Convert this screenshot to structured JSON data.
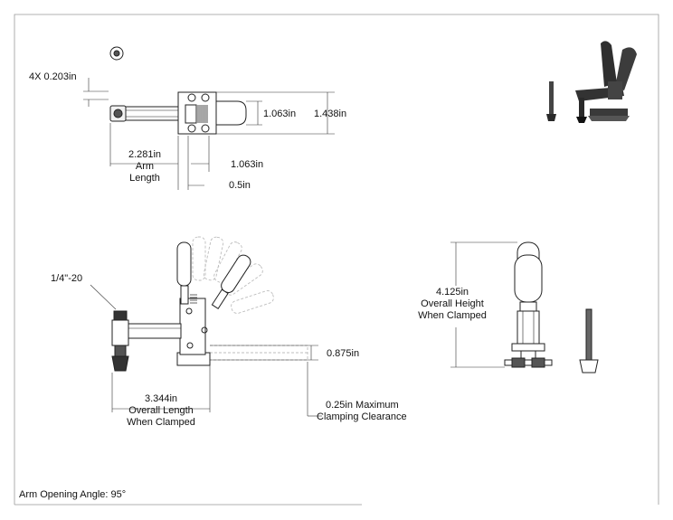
{
  "labels": {
    "holes": "4X 0.203in",
    "width_inner": "1.063in",
    "width_outer": "1.438in",
    "arm_length_value": "2.281in",
    "arm_length_l1": "Arm",
    "arm_length_l2": "Length",
    "base_length": "1.063in",
    "base_offset": "0.5in",
    "thread": "1/4\"-20",
    "height_clamped": "0.875in",
    "overall_length_value": "3.344in",
    "overall_length_l1": "Overall Length",
    "overall_length_l2": "When Clamped",
    "clearance_l1": "0.25in Maximum",
    "clearance_l2": "Clamping Clearance",
    "overall_height_value": "4.125in",
    "overall_height_l1": "Overall Height",
    "overall_height_l2": "When Clamped"
  },
  "footer": {
    "arm_opening": "Arm Opening Angle: 95°"
  },
  "colors": {
    "line": "#222222",
    "dim": "#333333",
    "ghost": "#bdbdbd",
    "iso_dark": "#3a3a3a"
  }
}
